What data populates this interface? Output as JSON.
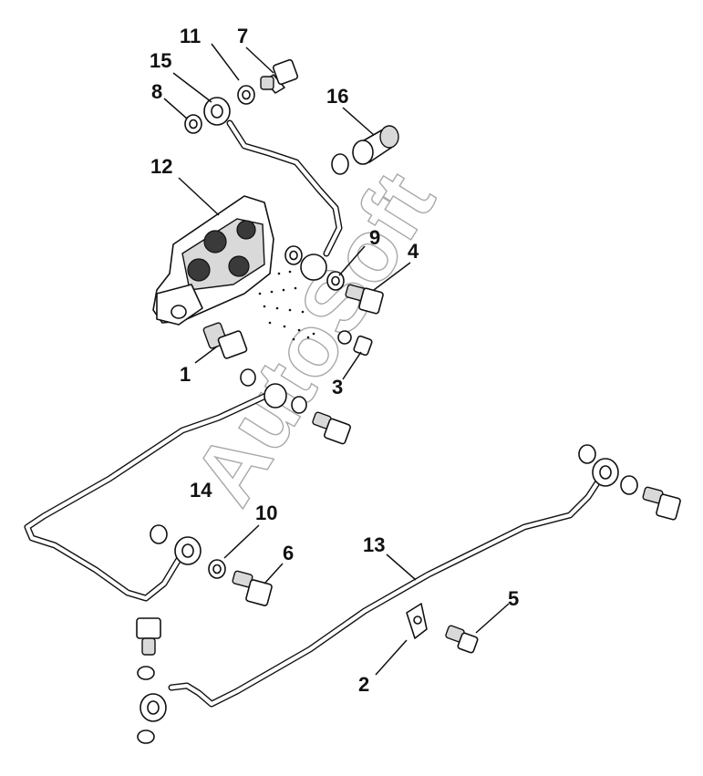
{
  "diagram": {
    "watermark": "AutoSoft",
    "callouts": [
      "11",
      "7",
      "15",
      "8",
      "16",
      "12",
      "9",
      "4",
      "1",
      "3",
      "14",
      "10",
      "6",
      "13",
      "5",
      "2"
    ]
  }
}
